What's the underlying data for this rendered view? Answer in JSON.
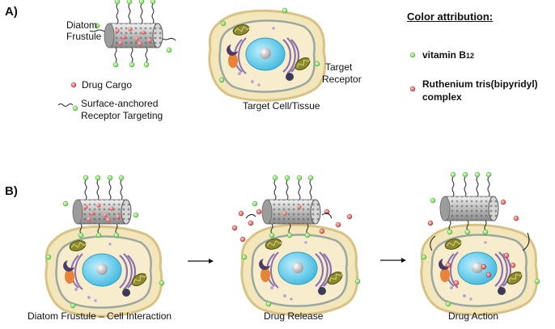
{
  "panels": {
    "a": "A)",
    "b": "B)"
  },
  "labels": {
    "frustule_l1": "Diatom",
    "frustule_l2": "Frustule",
    "drug_cargo": "Drug Cargo",
    "surface_l1": "Surface-anchored",
    "surface_l2": "Receptor Targeting",
    "target_cell": "Target Cell/Tissue",
    "receptor_l1": "Target",
    "receptor_l2": "Receptor"
  },
  "legend": {
    "title": "Color attribution:",
    "item1_text": "vitamin B",
    "item1_sub": "12",
    "item2_l1": "Ruthenium tris(bipyridyl)",
    "item2_l2": "complex",
    "green": "#7ddc5a",
    "red": "#e05050"
  },
  "steps": [
    "Diatom Frustule – Cell Interaction",
    "Drug Release",
    "Drug Action"
  ],
  "colors": {
    "cytoplasm": "#f1e3b6",
    "membrane": "#d9c48a",
    "nucleus": "#5bc8e8",
    "nucleolus": "#d8d8d8",
    "golgi": "#8a6fb0",
    "mito": "#7b7a2a",
    "orange": "#e8843a",
    "frustule": "#b8b8b8"
  }
}
